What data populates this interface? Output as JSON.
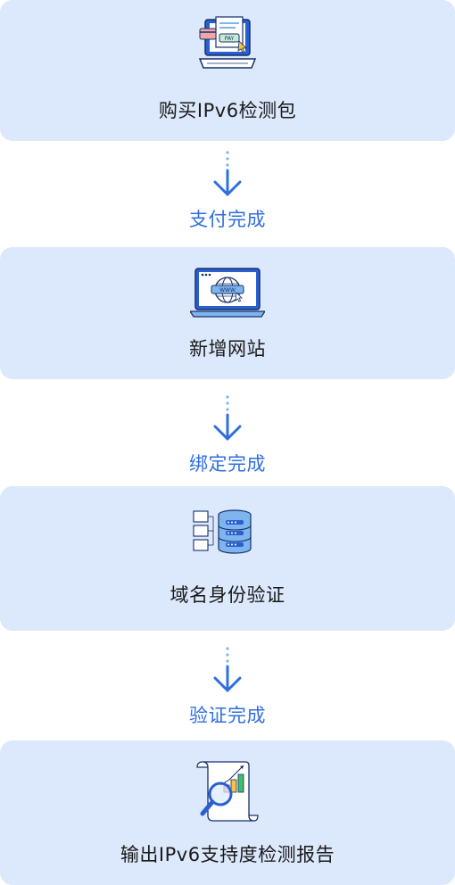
{
  "steps": [
    {
      "label": "购买IPv6检测包",
      "icon": "payment-laptop-icon"
    },
    {
      "label": "新增网站",
      "icon": "website-laptop-icon"
    },
    {
      "label": "域名身份验证",
      "icon": "database-verify-icon"
    },
    {
      "label": "输出IPv6支持度检测报告",
      "icon": "report-analysis-icon"
    }
  ],
  "connectors": [
    {
      "label": "支付完成"
    },
    {
      "label": "绑定完成"
    },
    {
      "label": "验证完成"
    }
  ],
  "icon_text": {
    "pay": "PAY",
    "www": "WWW"
  },
  "colors": {
    "card_bg": "#dce8fb",
    "accent_blue": "#2f6fe0",
    "text": "#1a1a1a"
  }
}
